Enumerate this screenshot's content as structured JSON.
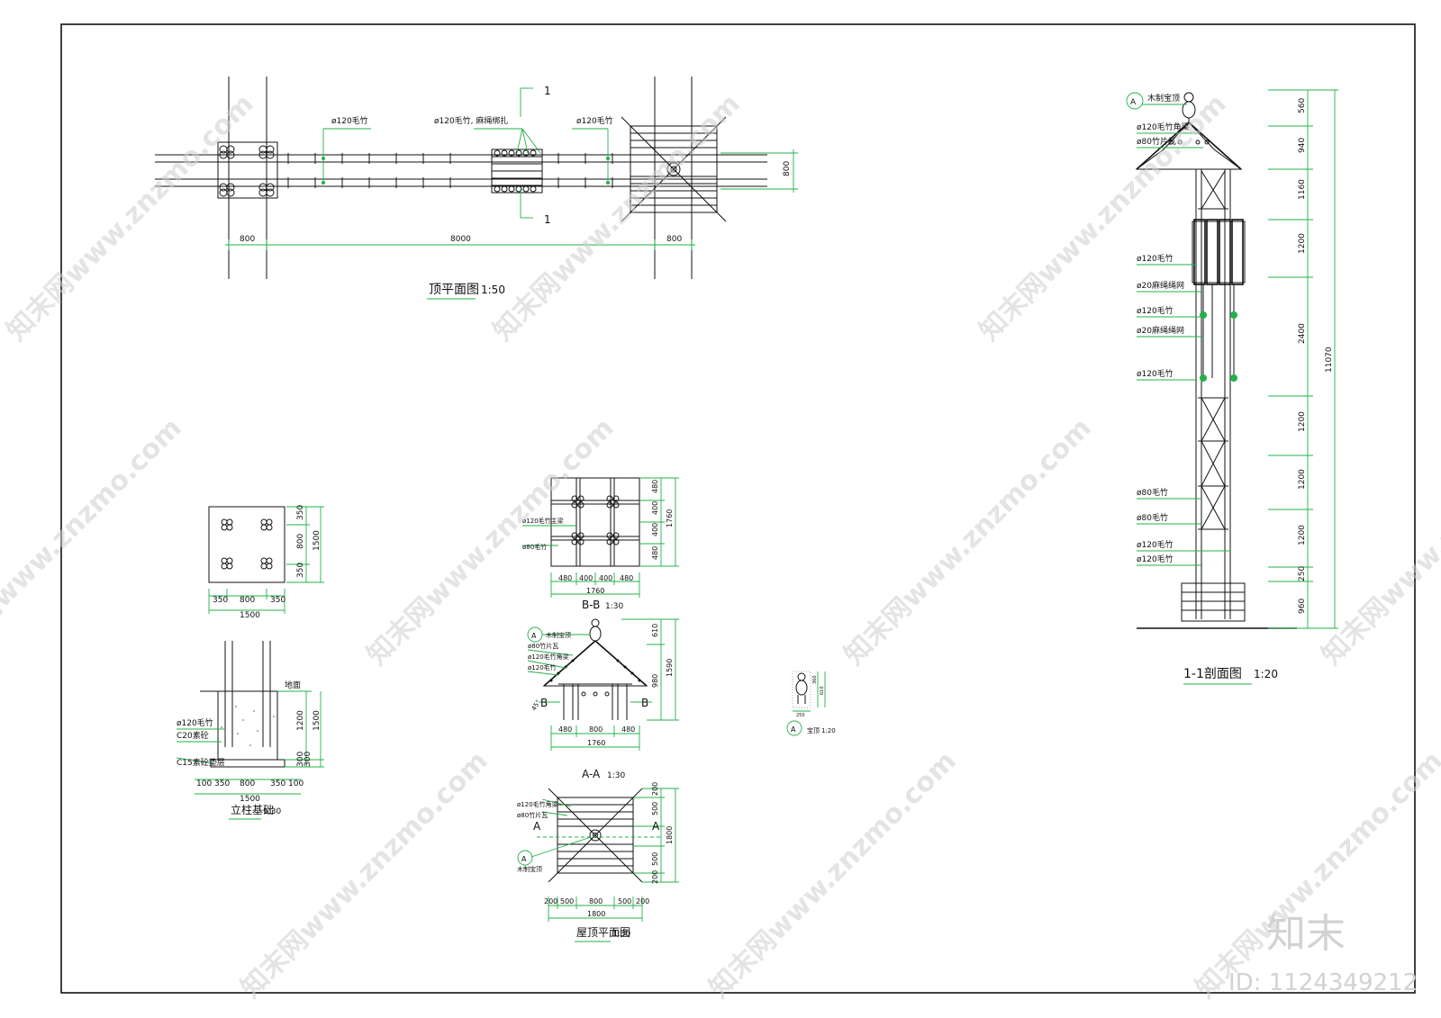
{
  "drawings": {
    "top_plan": {
      "title": "顶平面图",
      "scale": "1:50",
      "labels": [
        "ø120毛竹",
        "ø120毛竹, 麻绳绑扎",
        "ø120毛竹"
      ],
      "dims": [
        "800",
        "8000",
        "800",
        "800"
      ],
      "section_mark": "1"
    },
    "section_11": {
      "title": "1-1剖面图",
      "scale": "1:20",
      "labels": [
        "木制宝顶",
        "ø120毛竹角梁",
        "ø80竹片瓦",
        "ø120毛竹",
        "ø20麻绳绳网",
        "ø120毛竹",
        "ø20麻绳绳网",
        "ø120毛竹",
        "ø80毛竹",
        "ø80毛竹",
        "ø120毛竹",
        "ø120毛竹"
      ],
      "callout": "A",
      "dims": [
        "560",
        "940",
        "1160",
        "1200",
        "2400",
        "1200",
        "1200",
        "1200",
        "250",
        "960"
      ],
      "total": "11070"
    },
    "foundation": {
      "title": "立柱基础",
      "scale": "1:30",
      "plan_dims_right": [
        "350",
        "800",
        "350",
        "1500"
      ],
      "plan_dims_bottom": [
        "350",
        "800",
        "350",
        "1500"
      ],
      "labels": [
        "ø120毛竹",
        "C20素砼",
        "C15素砼垫层"
      ],
      "grade": "地面",
      "sec_dims_right": [
        "1200",
        "1500",
        "300",
        "300"
      ],
      "sec_dims_bottom": [
        "100",
        "350",
        "800",
        "350",
        "100",
        "1500"
      ]
    },
    "section_bb": {
      "title": "B-B",
      "scale": "1:30",
      "labels": [
        "ø120毛竹主梁",
        "ø80毛竹"
      ],
      "dims_right": [
        "480",
        "400",
        "400",
        "480",
        "1760"
      ],
      "dims_bottom": [
        "480",
        "400",
        "400",
        "480",
        "1760"
      ]
    },
    "section_aa": {
      "title": "A-A",
      "scale": "1:30",
      "labels": [
        "木制宝顶",
        "ø80竹片瓦",
        "ø120毛竹角梁",
        "ø120毛竹"
      ],
      "callout": "A",
      "marks": [
        "B",
        "B"
      ],
      "dims_right": [
        "610",
        "980",
        "1590"
      ],
      "dims_bottom": [
        "480",
        "800",
        "480",
        "1760"
      ],
      "slope": "45°"
    },
    "roof_plan": {
      "title": "屋顶平面图",
      "scale": "1:30",
      "labels": [
        "ø120毛竹角梁",
        "ø80竹片瓦",
        "木制宝顶"
      ],
      "callout": "A",
      "marks": [
        "A",
        "A"
      ],
      "dims_right": [
        "200",
        "500",
        "1800",
        "500",
        "200"
      ],
      "dims_bottom": [
        "200",
        "500",
        "800",
        "500",
        "200",
        "1800"
      ]
    },
    "detail_a": {
      "title": "宝顶",
      "scale": "1:20",
      "callout": "A",
      "dims": [
        "360",
        "610",
        "250"
      ]
    }
  },
  "branding": {
    "logo_text": "知末",
    "id_text": "ID: 1124349212",
    "watermark": "知末网www.znzmo.com"
  },
  "colors": {
    "line": "#111111",
    "dimension": "#22b04a",
    "watermark": "#cfcfcf"
  }
}
